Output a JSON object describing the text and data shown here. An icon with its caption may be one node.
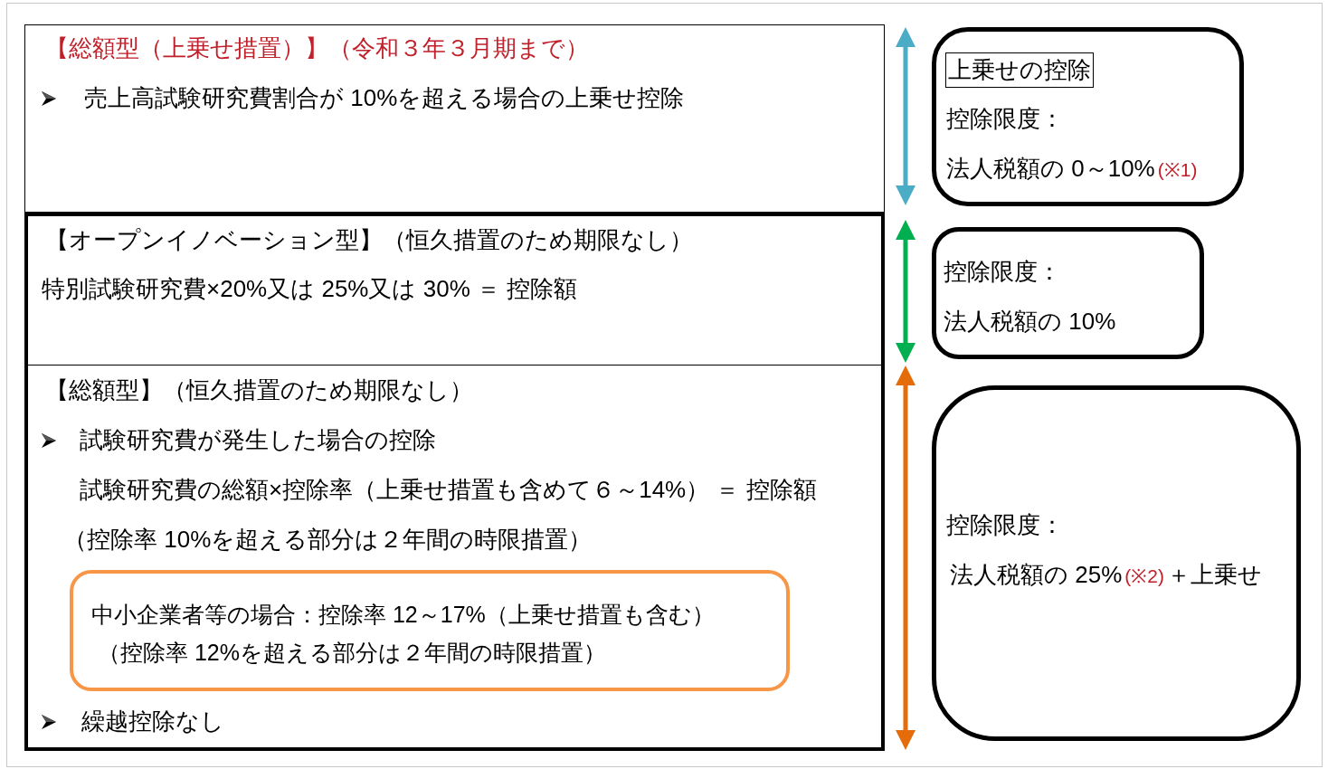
{
  "diagram": {
    "nodes": [
      {
        "text": [
          "【総額型（上乗せ措置）】（令和３年３月期まで）",
          "売上高試験研究費割合が 10%を超える場合の上乗せ控除"
        ]
      },
      {
        "text": [],
        "shape": "box"
      },
      {
        "text": [
          "【オープンイノベーション型】（恒久措置のため期限なし）",
          "特別試験研究費×20%又は 25%又は 30% ＝ 控除額"
        ],
        "in": 1
      },
      {
        "text": [
          "【総額型】（恒久措置のため期限なし）",
          "試験研究費が発生した場合の控除",
          "試験研究費の総額×控除率（上乗せ措置も含めて６～14%） ＝ 控除額",
          "（控除率 10%を超える部分は２年間の時限措置）",
          "繰越控除なし"
        ],
        "in": 1
      },
      {
        "text": [
          "中小企業者等の場合：控除率 12～17%（上乗せ措置も含む）",
          "（控除率 12%を超える部分は２年間の時限措置）"
        ],
        "in": 3
      },
      {
        "text": [
          "控除限度：",
          "法人税額の 0～10%",
          "(※1)"
        ]
      },
      {
        "text": [
          "上乗せの控除"
        ],
        "in": 5
      },
      {
        "text": [
          "控除限度：",
          "法人税額の 10%"
        ]
      },
      {
        "text": [
          "控除限度：",
          "法人税額の 25%",
          "(※2)",
          "＋上乗せ"
        ]
      }
    ]
  }
}
